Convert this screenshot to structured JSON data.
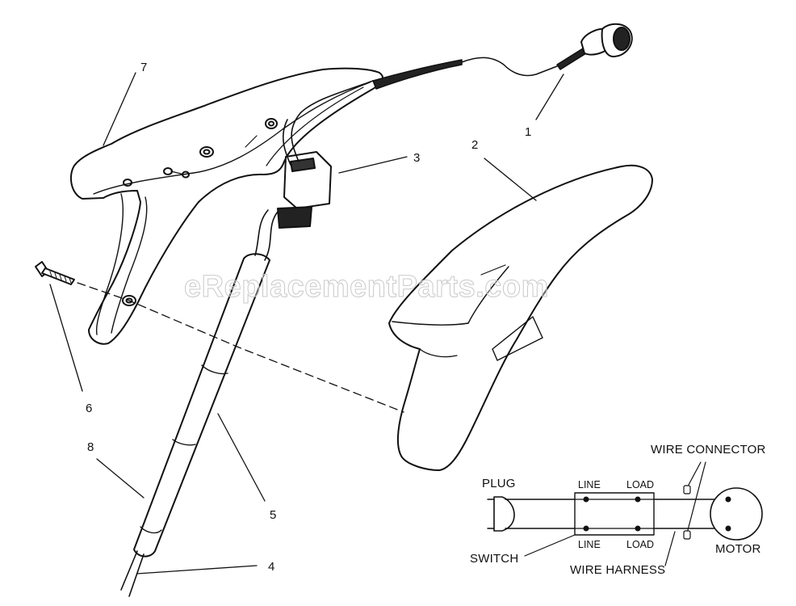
{
  "watermark": "eReplacementParts.com",
  "callouts": {
    "c1": "1",
    "c2": "2",
    "c3": "3",
    "c4": "4",
    "c5": "5",
    "c6": "6",
    "c7": "7",
    "c8": "8"
  },
  "schematic": {
    "wire_connector": "WIRE CONNECTOR",
    "plug": "PLUG",
    "line_top": "LINE",
    "load_top": "LOAD",
    "line_bottom": "LINE",
    "load_bottom": "LOAD",
    "switch": "SWITCH",
    "wire_harness": "WIRE HARNESS",
    "motor": "MOTOR"
  }
}
